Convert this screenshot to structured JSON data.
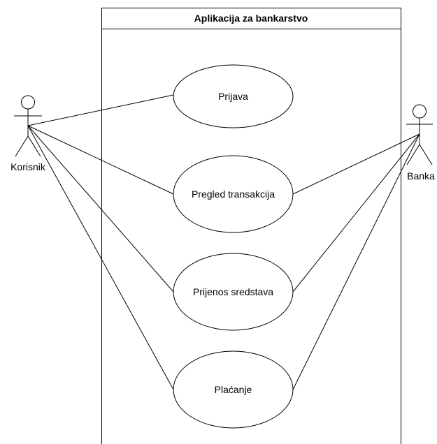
{
  "system": {
    "title": "Aplikacija za bankarstvo"
  },
  "actors": {
    "korisnik": "Korisnik",
    "banka": "Banka"
  },
  "use_cases": {
    "prijava": "Prijava",
    "pregled": "Pregled transakcija",
    "prijenos": "Prijenos sredstava",
    "placanje": "Plaćanje"
  },
  "colors": {
    "line": "#000000",
    "background": "#ffffff"
  }
}
